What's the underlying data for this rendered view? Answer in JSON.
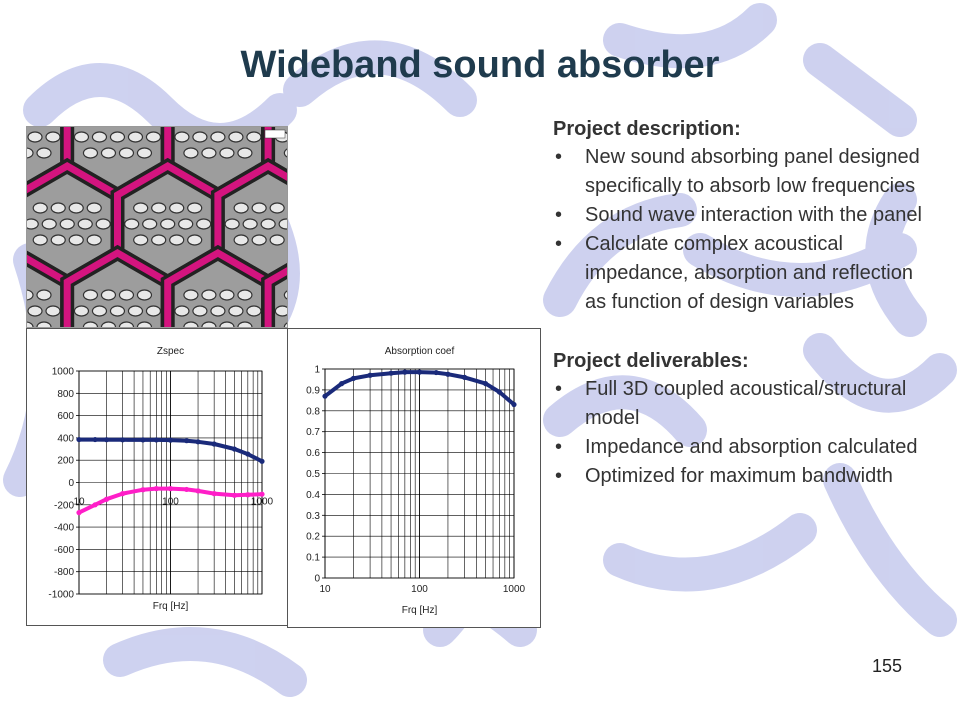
{
  "slide": {
    "title": "Wideband sound absorber",
    "page_number": "155"
  },
  "description": {
    "heading": "Project description:",
    "bullets": [
      "New sound absorbing panel designed specifically to absorb low frequencies",
      "Sound wave interaction with the panel",
      "Calculate complex acoustical impedance, absorption and reflection as function of design variables"
    ]
  },
  "deliverables": {
    "heading": "Project deliverables:",
    "bullets": [
      "Full 3D coupled acoustical/structural model",
      "Impedance and absorption calculated",
      "Optimized for maximum bandwidth"
    ]
  },
  "bullet_glyph": "•",
  "colors": {
    "title": "#1f3b4d",
    "watermark": "#c9cdee",
    "hex_frame": "#d4147f",
    "series_real": "#1a2a7a",
    "series_imag": "#ff1ec8"
  },
  "chart_data": [
    {
      "type": "line",
      "title": "Zspec",
      "xlabel": "Frq [Hz]",
      "ylabel": "",
      "xscale": "log",
      "xlim": [
        10,
        1000
      ],
      "ylim": [
        -1000,
        1000
      ],
      "yticks": [
        1000,
        800,
        600,
        400,
        200,
        0,
        -200,
        -400,
        -600,
        -800,
        -1000
      ],
      "xticks": [
        "10",
        "100",
        "1000"
      ],
      "grid": true,
      "x": [
        10,
        15,
        20,
        30,
        50,
        70,
        100,
        150,
        200,
        300,
        500,
        700,
        1000
      ],
      "series": [
        {
          "values": [
            385,
            385,
            384,
            383,
            382,
            382,
            380,
            375,
            365,
            345,
            300,
            255,
            190
          ]
        },
        {
          "values": [
            -270,
            -200,
            -150,
            -100,
            -65,
            -55,
            -55,
            -62,
            -75,
            -100,
            -115,
            -110,
            -105
          ]
        }
      ]
    },
    {
      "type": "line",
      "title": "Absorption coef",
      "xlabel": "Frq [Hz]",
      "ylabel": "",
      "xscale": "log",
      "xlim": [
        10,
        1000
      ],
      "ylim": [
        0,
        1
      ],
      "yticks": [
        "1",
        "0.9",
        "0.8",
        "0.7",
        "0.6",
        "0.5",
        "0.4",
        "0.3",
        "0.2",
        "0.1",
        "0"
      ],
      "xticks": [
        "10",
        "100",
        "1000"
      ],
      "grid": true,
      "x": [
        10,
        15,
        20,
        30,
        50,
        70,
        100,
        150,
        200,
        300,
        500,
        700,
        1000
      ],
      "series": [
        {
          "values": [
            0.87,
            0.93,
            0.955,
            0.97,
            0.98,
            0.985,
            0.985,
            0.983,
            0.975,
            0.96,
            0.93,
            0.89,
            0.83
          ]
        }
      ]
    }
  ]
}
